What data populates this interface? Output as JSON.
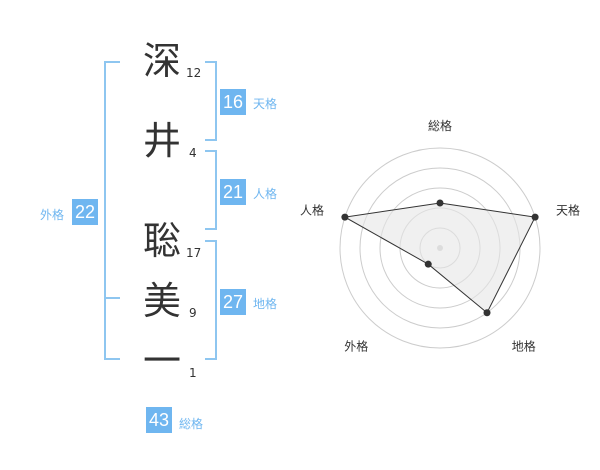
{
  "name": {
    "chars": [
      {
        "char": "深",
        "strokes": "12"
      },
      {
        "char": "井",
        "strokes": "4"
      },
      {
        "char": "聡",
        "strokes": "17"
      },
      {
        "char": "美",
        "strokes": "9"
      },
      {
        "char": "一",
        "strokes": "1"
      }
    ]
  },
  "fortunes": {
    "tenkaku": {
      "value": "16",
      "label": "天格"
    },
    "jinkaku": {
      "value": "21",
      "label": "人格"
    },
    "chikaku": {
      "value": "27",
      "label": "地格"
    },
    "gaikaku": {
      "value": "22",
      "label": "外格"
    },
    "soukaku": {
      "value": "43",
      "label": "総格"
    }
  },
  "chart_data": {
    "type": "radar",
    "axes": [
      "総格",
      "天格",
      "地格",
      "外格",
      "人格"
    ],
    "values": [
      0.45,
      1.0,
      0.8,
      0.2,
      1.0
    ],
    "rings": 5,
    "colors": {
      "line": "#333333",
      "fill": "#e6e6e6",
      "grid": "#cccccc",
      "point": "#333333",
      "center": "#cccccc"
    }
  },
  "colors": {
    "accent": "#6fb6f0",
    "bracket": "#8ec6f0"
  }
}
